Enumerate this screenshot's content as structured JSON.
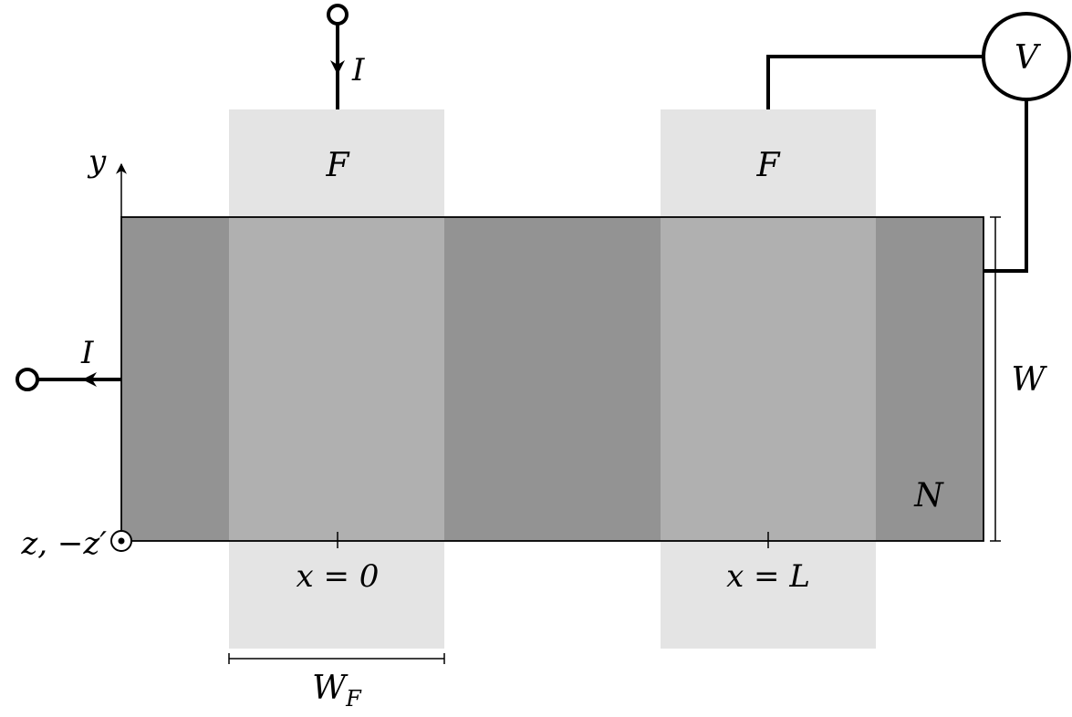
{
  "labels": {
    "current_top": "I",
    "current_left": "I",
    "voltmeter": "V",
    "ferro_left": "F",
    "ferro_right": "F",
    "normal_metal": "N",
    "y_axis": "y",
    "z_axis": "z, −z′",
    "width_N": "W",
    "width_F": "W",
    "width_F_sub": "F",
    "pos_x0": "x = 0",
    "pos_xL": "x = L"
  },
  "colors": {
    "normal_metal": "#939393",
    "ferromagnet": "#e4e4e4",
    "overlap": "#b0b0b0",
    "wire": "#000000"
  }
}
